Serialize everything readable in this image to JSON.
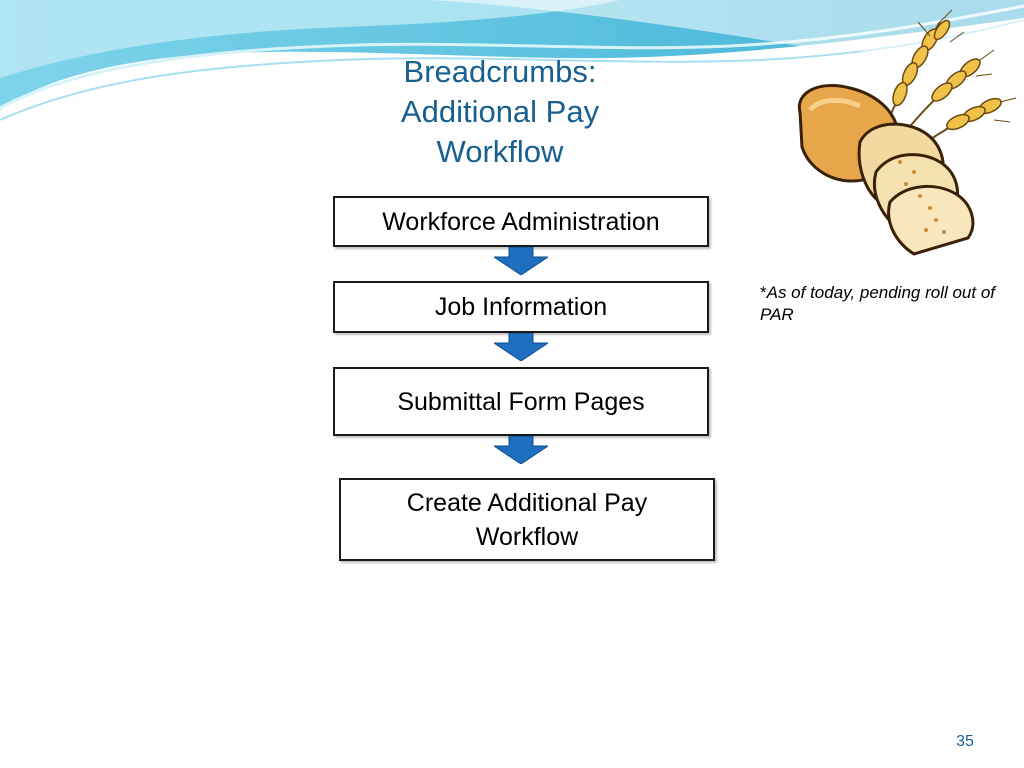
{
  "slide": {
    "title_lines": [
      "Breadcrumbs:",
      "Additional Pay",
      "Workflow"
    ],
    "page_number": "35"
  },
  "flow": {
    "steps": [
      {
        "lines": [
          "Workforce Administration"
        ]
      },
      {
        "lines": [
          "Job Information"
        ]
      },
      {
        "lines": [
          "Submittal Form Pages"
        ]
      },
      {
        "lines": [
          "Create Additional Pay",
          "Workflow"
        ]
      }
    ]
  },
  "note": {
    "star": "*",
    "text": "As of today, pending roll out of PAR"
  },
  "colors": {
    "title": "#17608f",
    "arrow": "#1f6fc0",
    "wave_light": "#9fdfee",
    "wave_mid": "#5fc4e0"
  },
  "icons": {
    "clipart": "bread-and-wheat-clipart",
    "arrow": "down-arrow-icon"
  }
}
